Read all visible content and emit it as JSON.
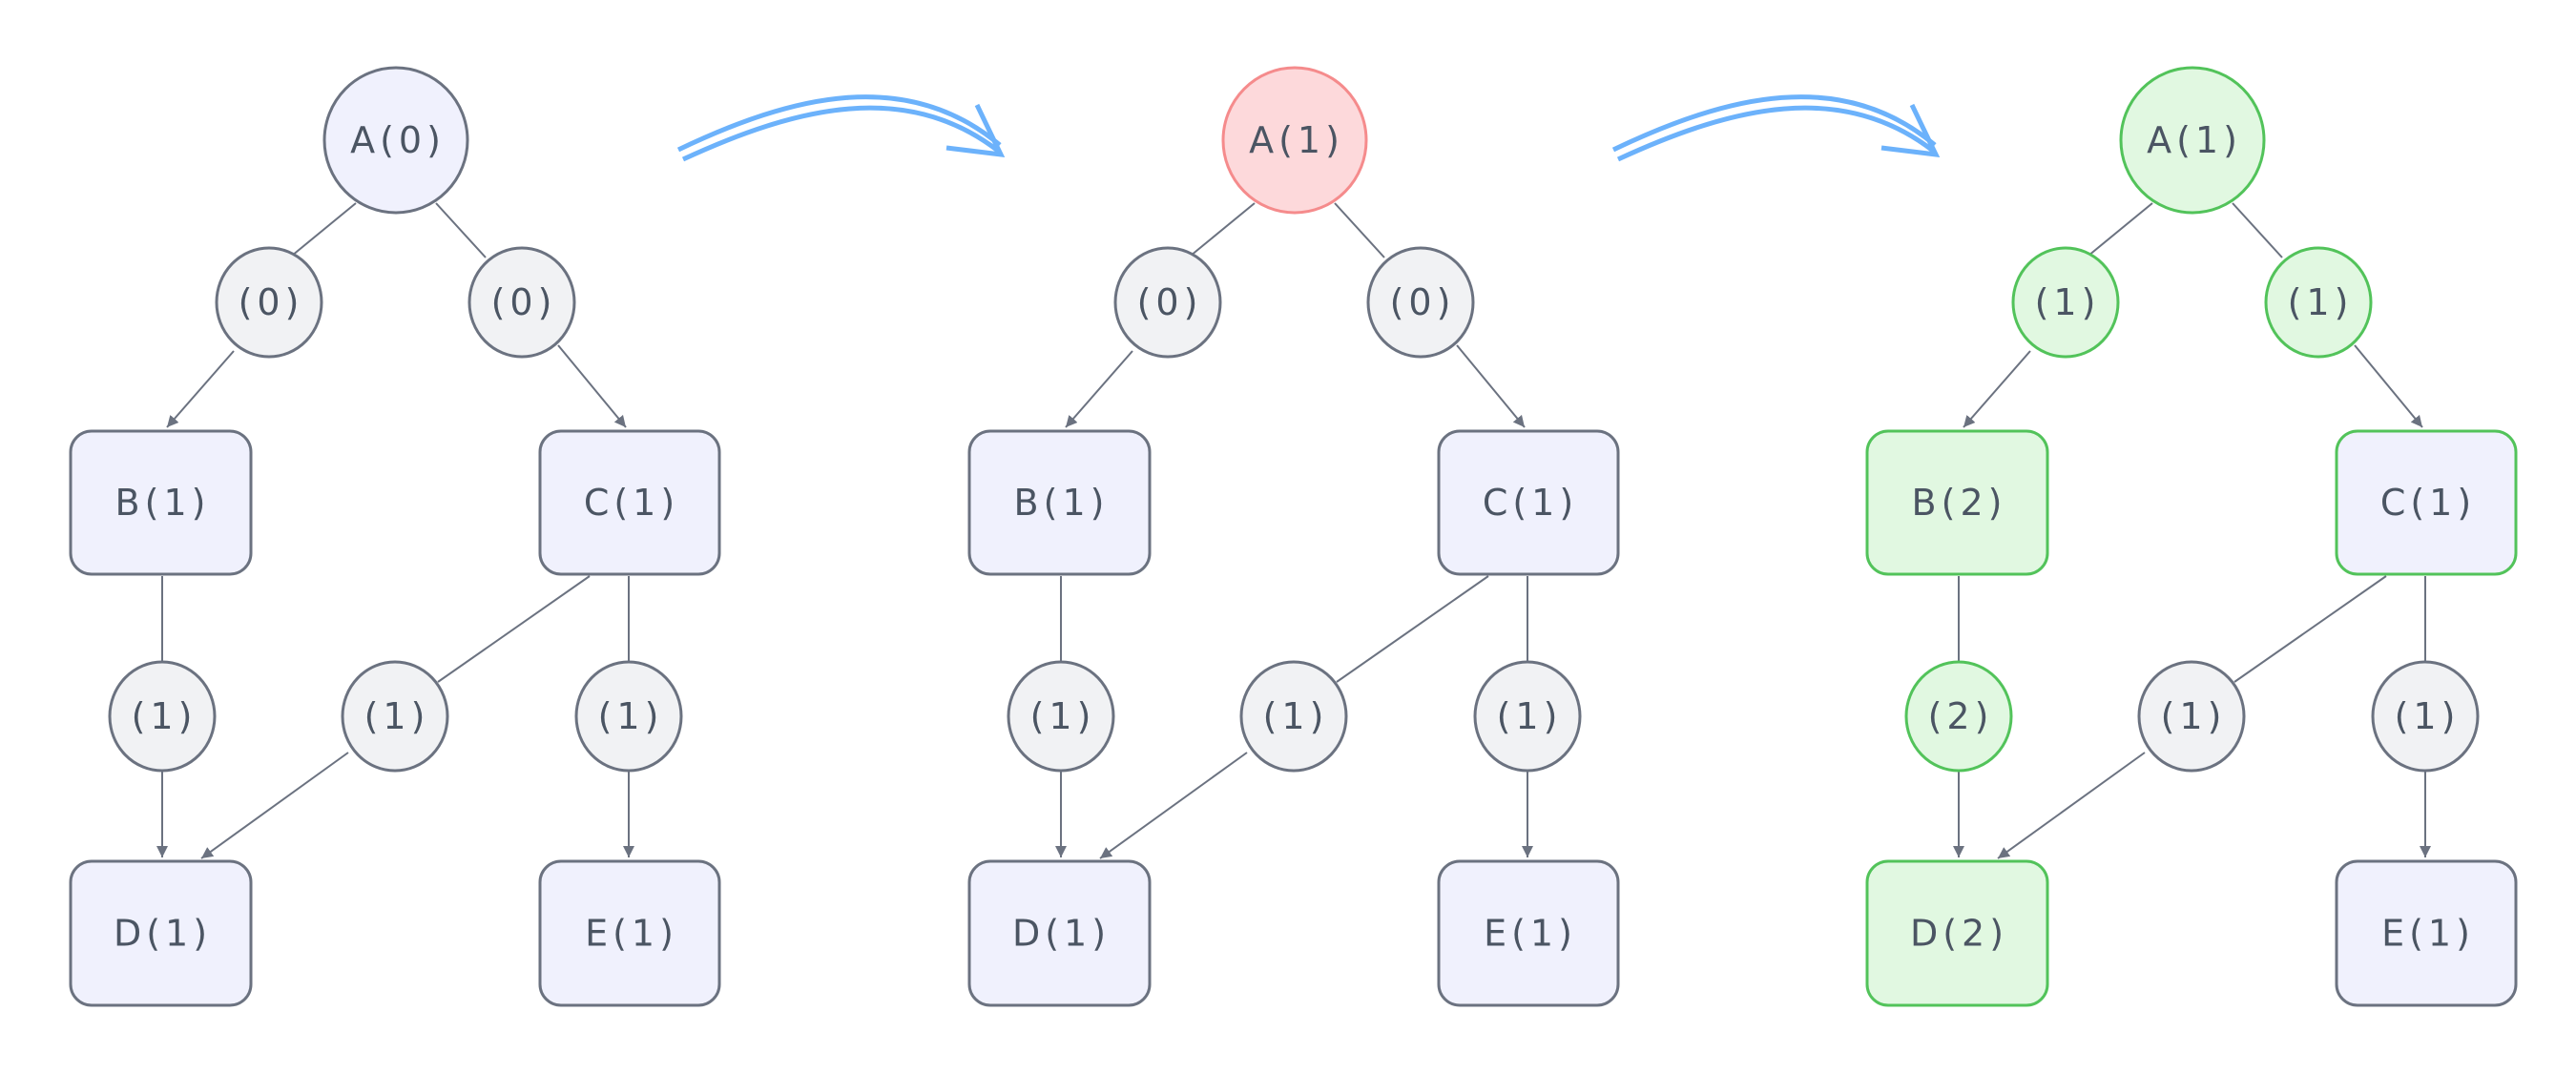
{
  "colors": {
    "default_fill": "#f0f1fd",
    "default_stroke": "#6b7280",
    "edge_label_fill": "#f1f2f4",
    "highlight_red_fill": "#fdd9db",
    "highlight_red_stroke": "#f58b8c",
    "highlight_green_fill": "#e1f8e1",
    "highlight_green_stroke": "#52c35a",
    "transition_arrow": "#6cb2fb",
    "edge": "#6b7280"
  },
  "transitions": [
    {
      "icon": "curved-double-arrow-icon",
      "from_panel": 0,
      "to_panel": 1
    },
    {
      "icon": "curved-double-arrow-icon",
      "from_panel": 1,
      "to_panel": 2
    }
  ],
  "panels": [
    {
      "name": "initial-state",
      "nodes": {
        "A": {
          "label": "A(0)",
          "style": "default"
        },
        "B": {
          "label": "B(1)",
          "style": "default"
        },
        "C": {
          "label": "C(1)",
          "style": "default"
        },
        "D": {
          "label": "D(1)",
          "style": "default"
        },
        "E": {
          "label": "E(1)",
          "style": "default"
        }
      },
      "edges": {
        "A_B": {
          "label": "(0)",
          "style": "default"
        },
        "A_C": {
          "label": "(0)",
          "style": "default"
        },
        "B_D": {
          "label": "(1)",
          "style": "default"
        },
        "C_D": {
          "label": "(1)",
          "style": "default"
        },
        "C_E": {
          "label": "(1)",
          "style": "default"
        }
      }
    },
    {
      "name": "root-updated",
      "nodes": {
        "A": {
          "label": "A(1)",
          "style": "red"
        },
        "B": {
          "label": "B(1)",
          "style": "default"
        },
        "C": {
          "label": "C(1)",
          "style": "default"
        },
        "D": {
          "label": "D(1)",
          "style": "default"
        },
        "E": {
          "label": "E(1)",
          "style": "default"
        }
      },
      "edges": {
        "A_B": {
          "label": "(0)",
          "style": "default"
        },
        "A_C": {
          "label": "(0)",
          "style": "default"
        },
        "B_D": {
          "label": "(1)",
          "style": "default"
        },
        "C_D": {
          "label": "(1)",
          "style": "default"
        },
        "C_E": {
          "label": "(1)",
          "style": "default"
        }
      }
    },
    {
      "name": "propagated",
      "nodes": {
        "A": {
          "label": "A(1)",
          "style": "green"
        },
        "B": {
          "label": "B(2)",
          "style": "green"
        },
        "C": {
          "label": "C(1)",
          "style": "green-border"
        },
        "D": {
          "label": "D(2)",
          "style": "green"
        },
        "E": {
          "label": "E(1)",
          "style": "default"
        }
      },
      "edges": {
        "A_B": {
          "label": "(1)",
          "style": "green"
        },
        "A_C": {
          "label": "(1)",
          "style": "green"
        },
        "B_D": {
          "label": "(2)",
          "style": "green"
        },
        "C_D": {
          "label": "(1)",
          "style": "default"
        },
        "C_E": {
          "label": "(1)",
          "style": "default"
        }
      }
    }
  ]
}
